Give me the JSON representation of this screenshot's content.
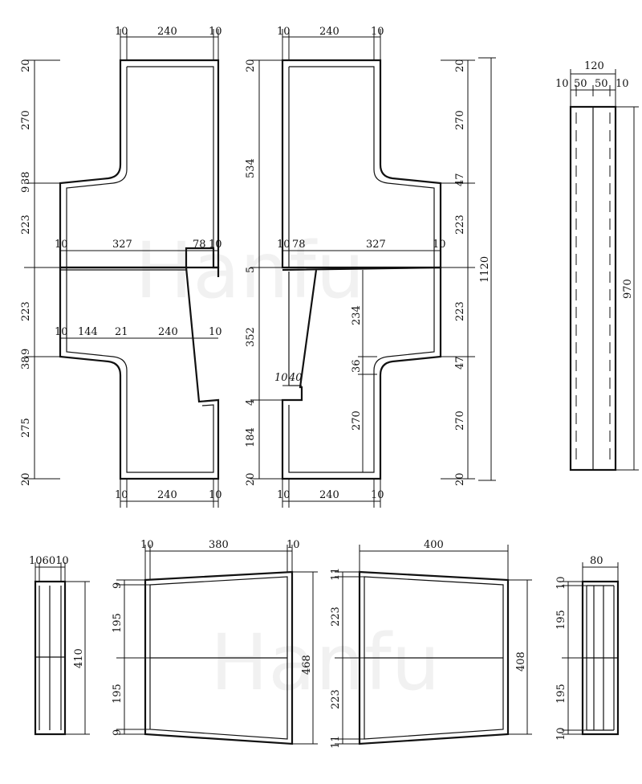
{
  "watermark": "Hanfu",
  "front_panel": {
    "top": [
      "10",
      "240",
      "10"
    ],
    "left": [
      "20",
      "270",
      "9",
      "38",
      "223",
      "223",
      "9",
      "38",
      "275",
      "20"
    ],
    "mid": [
      "10",
      "327",
      "78",
      "10"
    ],
    "lower": [
      "10",
      "144",
      "21",
      "240",
      "10"
    ],
    "bottom": [
      "10",
      "240",
      "10"
    ]
  },
  "back_panel": {
    "top": [
      "10",
      "240",
      "10"
    ],
    "left": [
      "20",
      "534",
      "5",
      "352",
      "4",
      "184",
      "20"
    ],
    "mid": [
      "10",
      "78",
      "327",
      "10"
    ],
    "inner": [
      "234",
      "36",
      "270"
    ],
    "pocket": [
      "10",
      "40"
    ],
    "right": [
      "20",
      "270",
      "47",
      "223",
      "223",
      "47",
      "270",
      "20"
    ],
    "total": "1120",
    "bottom": [
      "10",
      "240",
      "10"
    ]
  },
  "strip_a": {
    "top": [
      "120",
      "10",
      "50",
      "50",
      "10"
    ],
    "height": "970"
  },
  "strip_b": {
    "top": "106010",
    "height": "410"
  },
  "trap_a": {
    "top": [
      "10",
      "380",
      "10"
    ],
    "left": [
      "9",
      "195",
      "195",
      "9"
    ],
    "right": "468"
  },
  "trap_b": {
    "top": "400",
    "left": [
      "11",
      "223",
      "223",
      "11"
    ],
    "right": "408"
  },
  "strip_c": {
    "top": "80",
    "left": [
      "10",
      "195",
      "195",
      "10"
    ]
  }
}
